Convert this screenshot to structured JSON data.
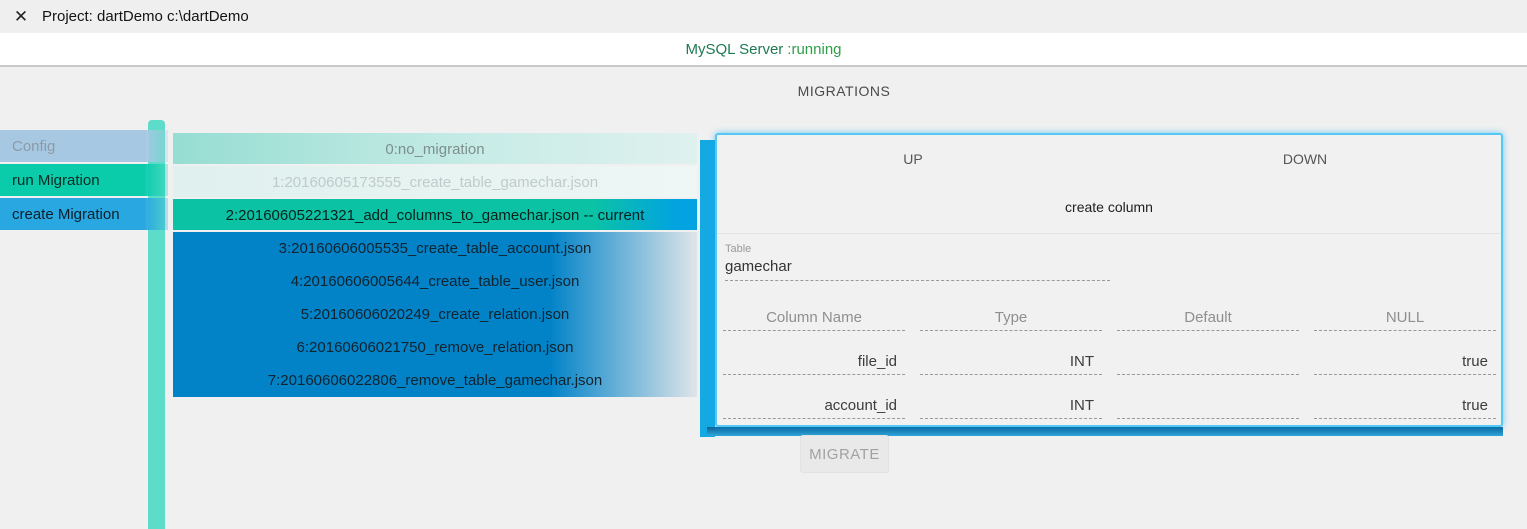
{
  "window": {
    "close_icon": "✕",
    "title": "Project: dartDemo c:\\dartDemo"
  },
  "status_bar": {
    "server_label": "MySQL Server",
    "server_state": ":running"
  },
  "main": {
    "heading": "MIGRATIONS",
    "migrate_button_label": "MIGRATE"
  },
  "sidebar": {
    "items": [
      {
        "id": "config",
        "label": "Config"
      },
      {
        "id": "run-migration",
        "label": "run Migration"
      },
      {
        "id": "create-migration",
        "label": "create Migration"
      }
    ]
  },
  "migration_list": {
    "rows": [
      {
        "label": "0:no_migration",
        "state": "none"
      },
      {
        "label": "1:20160605173555_create_table_gamechar.json",
        "state": "applied"
      },
      {
        "label": "2:20160605221321_add_columns_to_gamechar.json -- current",
        "state": "current"
      },
      {
        "label": "3:20160606005535_create_table_account.json",
        "state": "pending"
      },
      {
        "label": "4:20160606005644_create_table_user.json",
        "state": "pending"
      },
      {
        "label": "5:20160606020249_create_relation.json",
        "state": "pending"
      },
      {
        "label": "6:20160606021750_remove_relation.json",
        "state": "pending"
      },
      {
        "label": "7:20160606022806_remove_table_gamechar.json",
        "state": "pending"
      }
    ]
  },
  "detail_panel": {
    "up_tab": "UP",
    "down_tab": "DOWN",
    "action_title": "create column",
    "table_field": {
      "label": "Table",
      "value": "gamechar"
    },
    "columns_table": {
      "headers": [
        "Column Name",
        "Type",
        "Default",
        "NULL"
      ],
      "rows": [
        {
          "column_name": "file_id",
          "type": "INT",
          "default": "",
          "null": "true"
        },
        {
          "column_name": "account_id",
          "type": "INT",
          "default": "",
          "null": "true"
        }
      ]
    }
  },
  "theme": {
    "accent_teal": "#0accab",
    "accent_blue": "#0283c8",
    "highlight_blue": "#15a9e3",
    "panel_border_blue": "#55c8f5",
    "sidebar_bar_teal": "#5cdcc9",
    "status_green": "#2e9e49",
    "config_blue": "#a7c8e2"
  }
}
